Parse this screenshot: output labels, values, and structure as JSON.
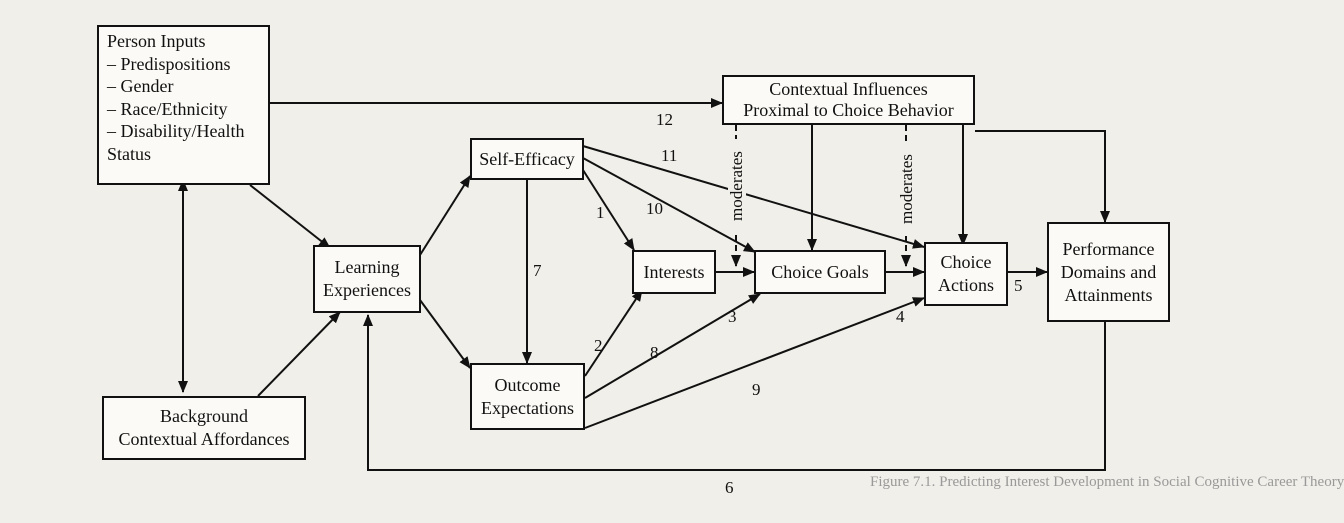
{
  "diagram": {
    "nodes": {
      "person_inputs": {
        "lines": [
          "Person Inputs",
          "– Predispositions",
          "– Gender",
          "– Race/Ethnicity",
          "– Disability/Health",
          "Status"
        ]
      },
      "background": {
        "lines": [
          "Background",
          "Contextual Affordances"
        ]
      },
      "learning": {
        "lines": [
          "Learning",
          "Experiences"
        ]
      },
      "self_efficacy": {
        "lines": [
          "Self-Efficacy"
        ]
      },
      "outcome": {
        "lines": [
          "Outcome",
          "Expectations"
        ]
      },
      "interests": {
        "lines": [
          "Interests"
        ]
      },
      "choice_goals": {
        "lines": [
          "Choice Goals"
        ]
      },
      "choice_actions": {
        "lines": [
          "Choice",
          "Actions"
        ]
      },
      "performance": {
        "lines": [
          "Performance",
          "Domains and",
          "Attainments"
        ]
      },
      "contextual": {
        "lines": [
          "Contextual Influences",
          "Proximal to Choice Behavior"
        ]
      }
    },
    "path_labels": {
      "p1": "1",
      "p2": "2",
      "p3": "3",
      "p4": "4",
      "p5": "5",
      "p6": "6",
      "p7": "7",
      "p8": "8",
      "p9": "9",
      "p10": "10",
      "p11": "11",
      "p12": "12"
    },
    "moderates_label": "moderates",
    "caption": "Figure 7.1. Predicting Interest Development in Social Cognitive Career Theory"
  }
}
